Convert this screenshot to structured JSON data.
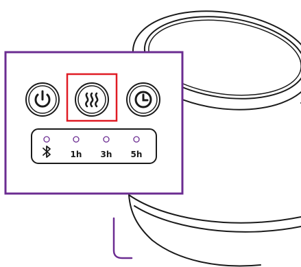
{
  "controls": {
    "buttons": [
      {
        "id": "power",
        "icon": "power-icon",
        "selected": false
      },
      {
        "id": "heat",
        "icon": "heat-waves-icon",
        "selected": true
      },
      {
        "id": "timer",
        "icon": "clock-icon",
        "selected": false
      }
    ],
    "indicators": [
      {
        "id": "bluetooth",
        "icon": "bluetooth-icon",
        "label": ""
      },
      {
        "id": "1h",
        "label": "1h"
      },
      {
        "id": "3h",
        "label": "3h"
      },
      {
        "id": "5h",
        "label": "5h"
      }
    ]
  },
  "colors": {
    "callout_frame": "#6b2c91",
    "highlight": "#e01b24",
    "outline": "#1a1a1a",
    "led_ring": "#6b2c91"
  }
}
